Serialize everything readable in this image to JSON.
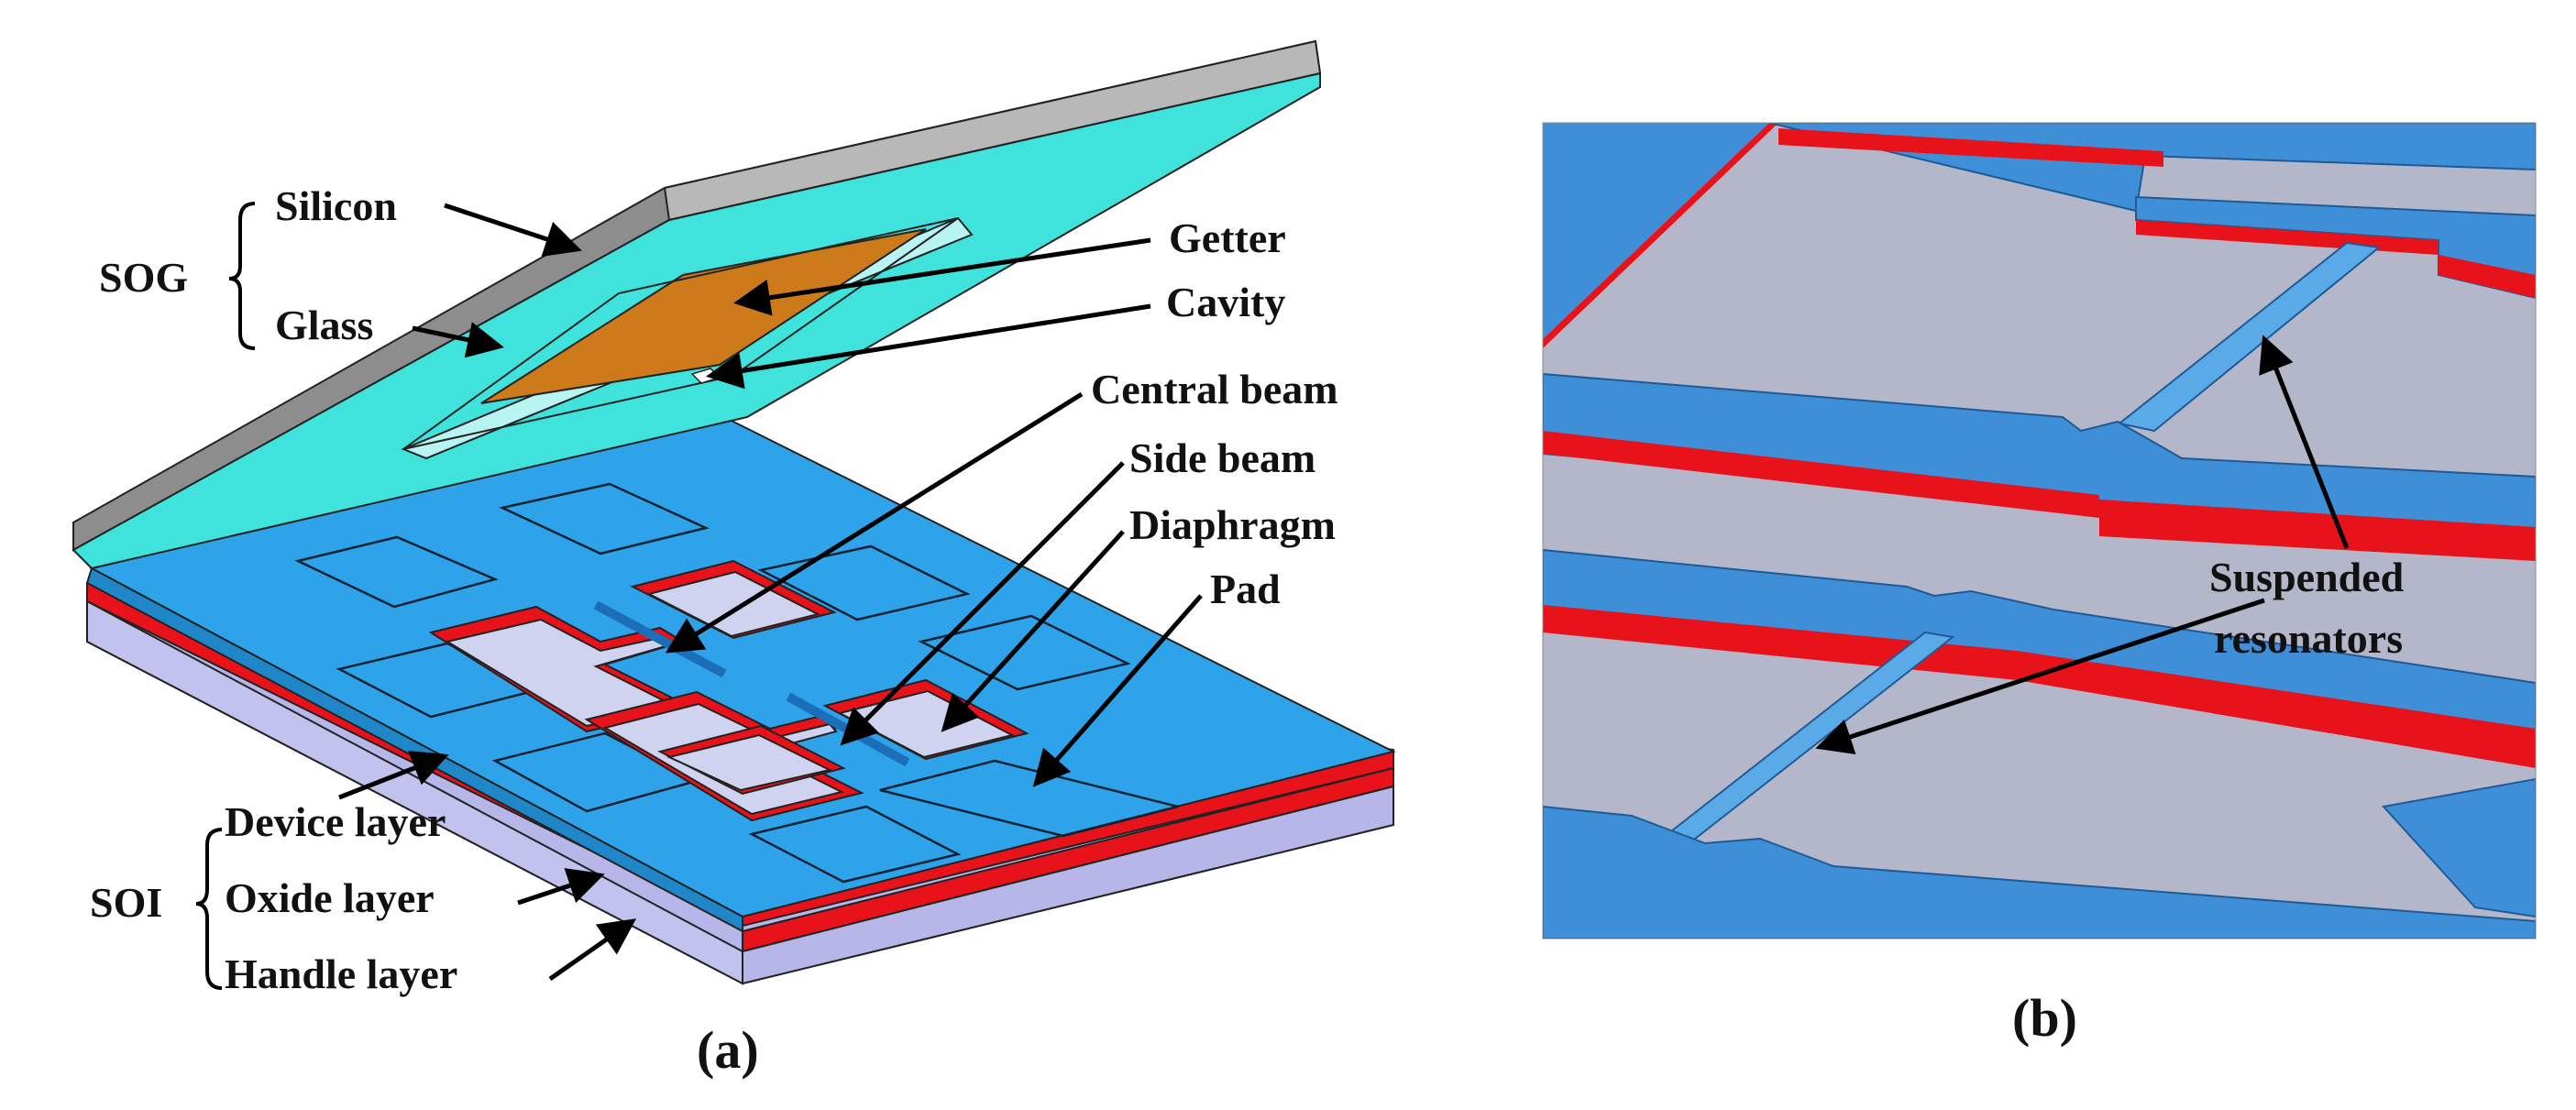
{
  "panel_a": {
    "caption": "(a)",
    "groups": {
      "sog": "SOG",
      "soi": "SOI"
    },
    "labels": {
      "silicon": "Silicon",
      "glass": "Glass",
      "getter": "Getter",
      "cavity": "Cavity",
      "central_beam": "Central beam",
      "side_beam": "Side beam",
      "diaphragm": "Diaphragm",
      "pad": "Pad",
      "device_layer": "Device layer",
      "oxide_layer": "Oxide layer",
      "handle_layer": "Handle layer"
    }
  },
  "panel_b": {
    "caption": "(b)",
    "label_line1": "Suspended",
    "label_line2": "resonators"
  },
  "colors": {
    "device": "#2e9fe6",
    "oxide": "#e8121a",
    "handle": "#b6b6e8",
    "glass": "#3fe3dc",
    "silicon": "#9a9a9a",
    "getter": "#cc7a1a",
    "diaphragm": "#c7cbe8",
    "plate_b": "#3f8fd8",
    "floor_b": "#b4b6c9"
  }
}
